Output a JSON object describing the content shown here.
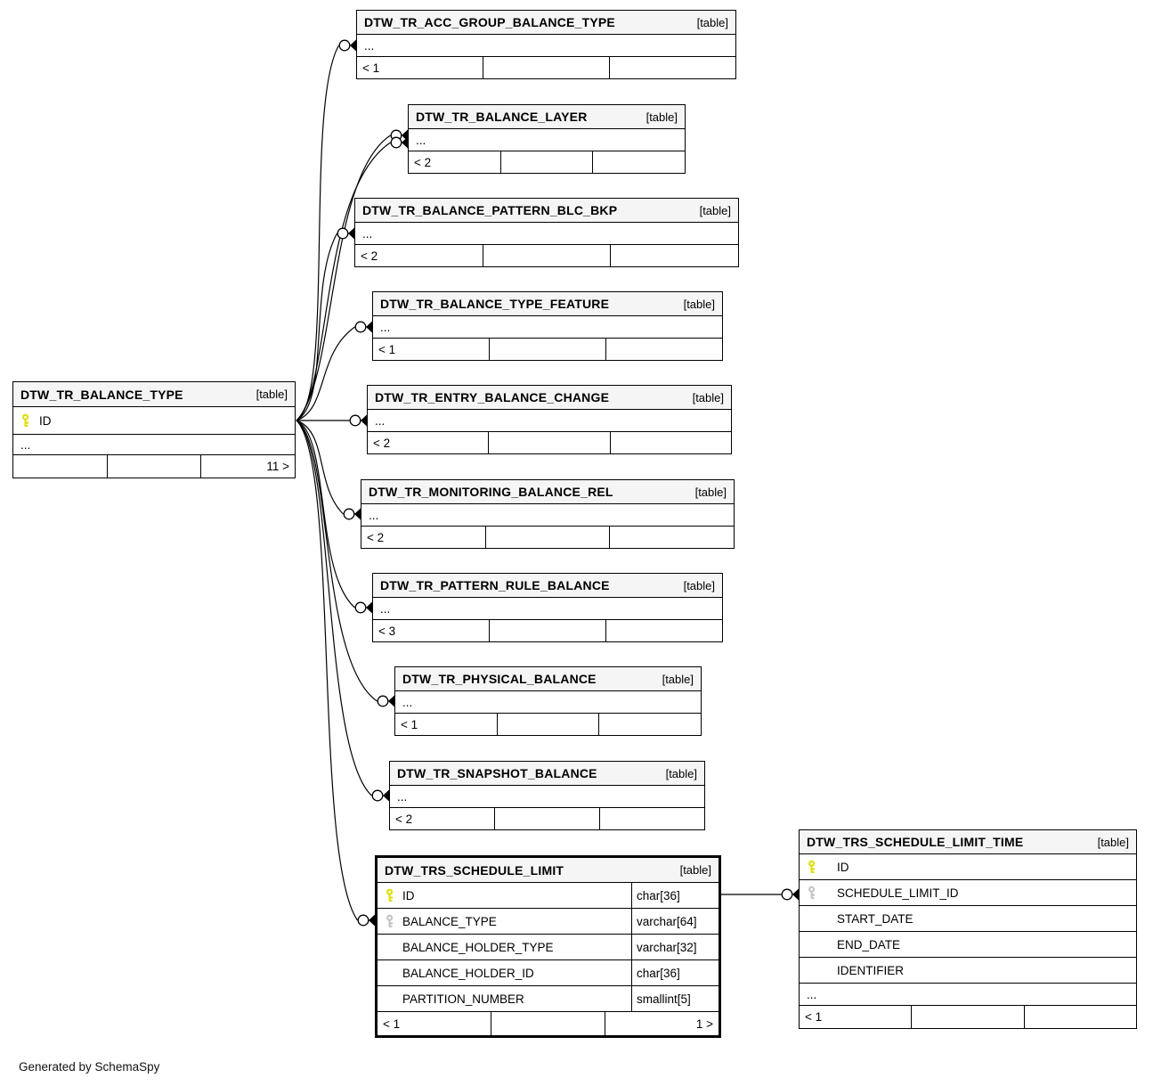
{
  "page": {
    "note": "Generated by SchemaSpy"
  },
  "colors": {
    "header_bg": "#f5f5f5",
    "border": "#000000",
    "pk_key": "#dede00",
    "fk_key": "#c4c4c4"
  },
  "diagram": {
    "tables": [
      {
        "id": "acc_group",
        "name": "DTW_TR_ACC_GROUP_BALANCE_TYPE",
        "tag": "[table]",
        "columns": [],
        "ellipsis_label": "...",
        "footer": {
          "left": "< 1",
          "center": "",
          "right": ""
        }
      },
      {
        "id": "layer",
        "name": "DTW_TR_BALANCE_LAYER",
        "tag": "[table]",
        "columns": [],
        "ellipsis_label": "...",
        "footer": {
          "left": "< 2",
          "center": "",
          "right": ""
        }
      },
      {
        "id": "bkp",
        "name": "DTW_TR_BALANCE_PATTERN_BLC_BKP",
        "tag": "[table]",
        "columns": [],
        "ellipsis_label": "...",
        "footer": {
          "left": "< 2",
          "center": "",
          "right": ""
        }
      },
      {
        "id": "feature",
        "name": "DTW_TR_BALANCE_TYPE_FEATURE",
        "tag": "[table]",
        "columns": [],
        "ellipsis_label": "...",
        "footer": {
          "left": "< 1",
          "center": "",
          "right": ""
        }
      },
      {
        "id": "entry",
        "name": "DTW_TR_ENTRY_BALANCE_CHANGE",
        "tag": "[table]",
        "columns": [],
        "ellipsis_label": "...",
        "footer": {
          "left": "< 2",
          "center": "",
          "right": ""
        }
      },
      {
        "id": "monitoring",
        "name": "DTW_TR_MONITORING_BALANCE_REL",
        "tag": "[table]",
        "columns": [],
        "ellipsis_label": "...",
        "footer": {
          "left": "< 2",
          "center": "",
          "right": ""
        }
      },
      {
        "id": "rule",
        "name": "DTW_TR_PATTERN_RULE_BALANCE",
        "tag": "[table]",
        "columns": [],
        "ellipsis_label": "...",
        "footer": {
          "left": "< 3",
          "center": "",
          "right": ""
        }
      },
      {
        "id": "physical",
        "name": "DTW_TR_PHYSICAL_BALANCE",
        "tag": "[table]",
        "columns": [],
        "ellipsis_label": "...",
        "footer": {
          "left": "< 1",
          "center": "",
          "right": ""
        }
      },
      {
        "id": "snapshot",
        "name": "DTW_TR_SNAPSHOT_BALANCE",
        "tag": "[table]",
        "columns": [],
        "ellipsis_label": "...",
        "footer": {
          "left": "< 2",
          "center": "",
          "right": ""
        }
      },
      {
        "id": "balance_type",
        "name": "DTW_TR_BALANCE_TYPE",
        "tag": "[table]",
        "columns": [
          {
            "key": "pk",
            "name": "ID"
          }
        ],
        "ellipsis_label": "...",
        "footer": {
          "left": "",
          "center": "",
          "right": "11 >"
        }
      },
      {
        "id": "schedule_limit",
        "name": "DTW_TRS_SCHEDULE_LIMIT",
        "tag": "[table]",
        "emphasized": true,
        "columns": [
          {
            "key": "pk",
            "name": "ID",
            "type": "char[36]"
          },
          {
            "key": "fk",
            "name": "BALANCE_TYPE",
            "type": "varchar[64]"
          },
          {
            "name": "BALANCE_HOLDER_TYPE",
            "type": "varchar[32]"
          },
          {
            "name": "BALANCE_HOLDER_ID",
            "type": "char[36]"
          },
          {
            "name": "PARTITION_NUMBER",
            "type": "smallint[5]"
          }
        ],
        "footer": {
          "left": "< 1",
          "center": "",
          "right": "1 >"
        }
      },
      {
        "id": "limit_time",
        "name": "DTW_TRS_SCHEDULE_LIMIT_TIME",
        "tag": "[table]",
        "columns": [
          {
            "key": "pk",
            "name": "ID"
          },
          {
            "key": "fk",
            "name": "SCHEDULE_LIMIT_ID"
          },
          {
            "name": "START_DATE"
          },
          {
            "name": "END_DATE"
          },
          {
            "name": "IDENTIFIER"
          }
        ],
        "ellipsis_label": "...",
        "footer": {
          "left": "< 1",
          "center": "",
          "right": ""
        }
      }
    ],
    "edges": [
      {
        "from": "balance_type",
        "to": "acc_group"
      },
      {
        "from": "balance_type",
        "to": "layer"
      },
      {
        "from": "balance_type",
        "to": "layer"
      },
      {
        "from": "balance_type",
        "to": "bkp"
      },
      {
        "from": "balance_type",
        "to": "feature"
      },
      {
        "from": "balance_type",
        "to": "entry"
      },
      {
        "from": "balance_type",
        "to": "monitoring"
      },
      {
        "from": "balance_type",
        "to": "rule"
      },
      {
        "from": "balance_type",
        "to": "physical"
      },
      {
        "from": "balance_type",
        "to": "snapshot"
      },
      {
        "from": "balance_type",
        "to": "schedule_limit"
      },
      {
        "from": "schedule_limit",
        "to": "limit_time"
      }
    ]
  }
}
